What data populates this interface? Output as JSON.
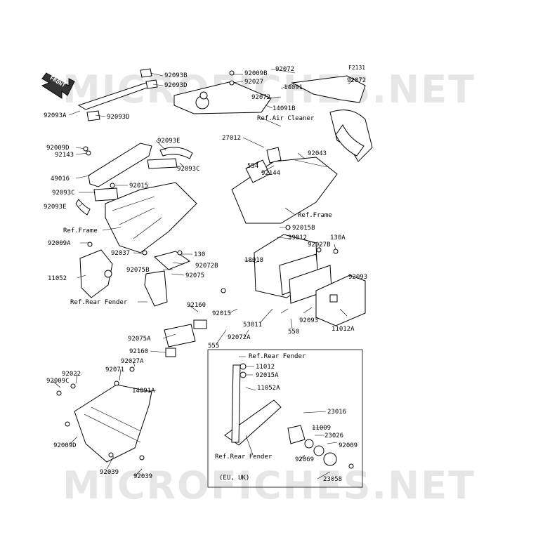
{
  "diagram": {
    "figure_code": "F2131",
    "watermark_top": "MICROFICHES.NET",
    "watermark_bottom": "MICROFICHES.NET",
    "front_badge": "FRONT",
    "callouts": [
      "92093B",
      "92093D",
      "92009B",
      "92027",
      "92072",
      "14091",
      "92072",
      "92072",
      "14091B",
      "F2131",
      "92093A",
      "92093D",
      "92093E",
      "92009D",
      "92143",
      "92093C",
      "49016",
      "92015",
      "92093C",
      "92093E",
      "Ref.Air Cleaner",
      "27012",
      "554",
      "92144",
      "92043",
      "Ref.Frame",
      "Ref.Frame",
      "92015B",
      "39012",
      "130A",
      "92027B",
      "92009A",
      "92037",
      "130",
      "18018",
      "92072B",
      "92075B",
      "92075",
      "11052",
      "Ref.Rear Fender",
      "92160",
      "92015",
      "53011",
      "92093",
      "92093",
      "11012A",
      "550",
      "92072A",
      "92075A",
      "555",
      "92160",
      "92027A",
      "Ref.Rear Fender",
      "11012",
      "92071",
      "92022",
      "92015A",
      "92009C",
      "14091A",
      "11052A",
      "23016",
      "11009",
      "23026",
      "92009",
      "92009D",
      "92069",
      "Ref.Rear Fender",
      "92039",
      "(EU, UK)",
      "23058",
      "92039"
    ]
  }
}
